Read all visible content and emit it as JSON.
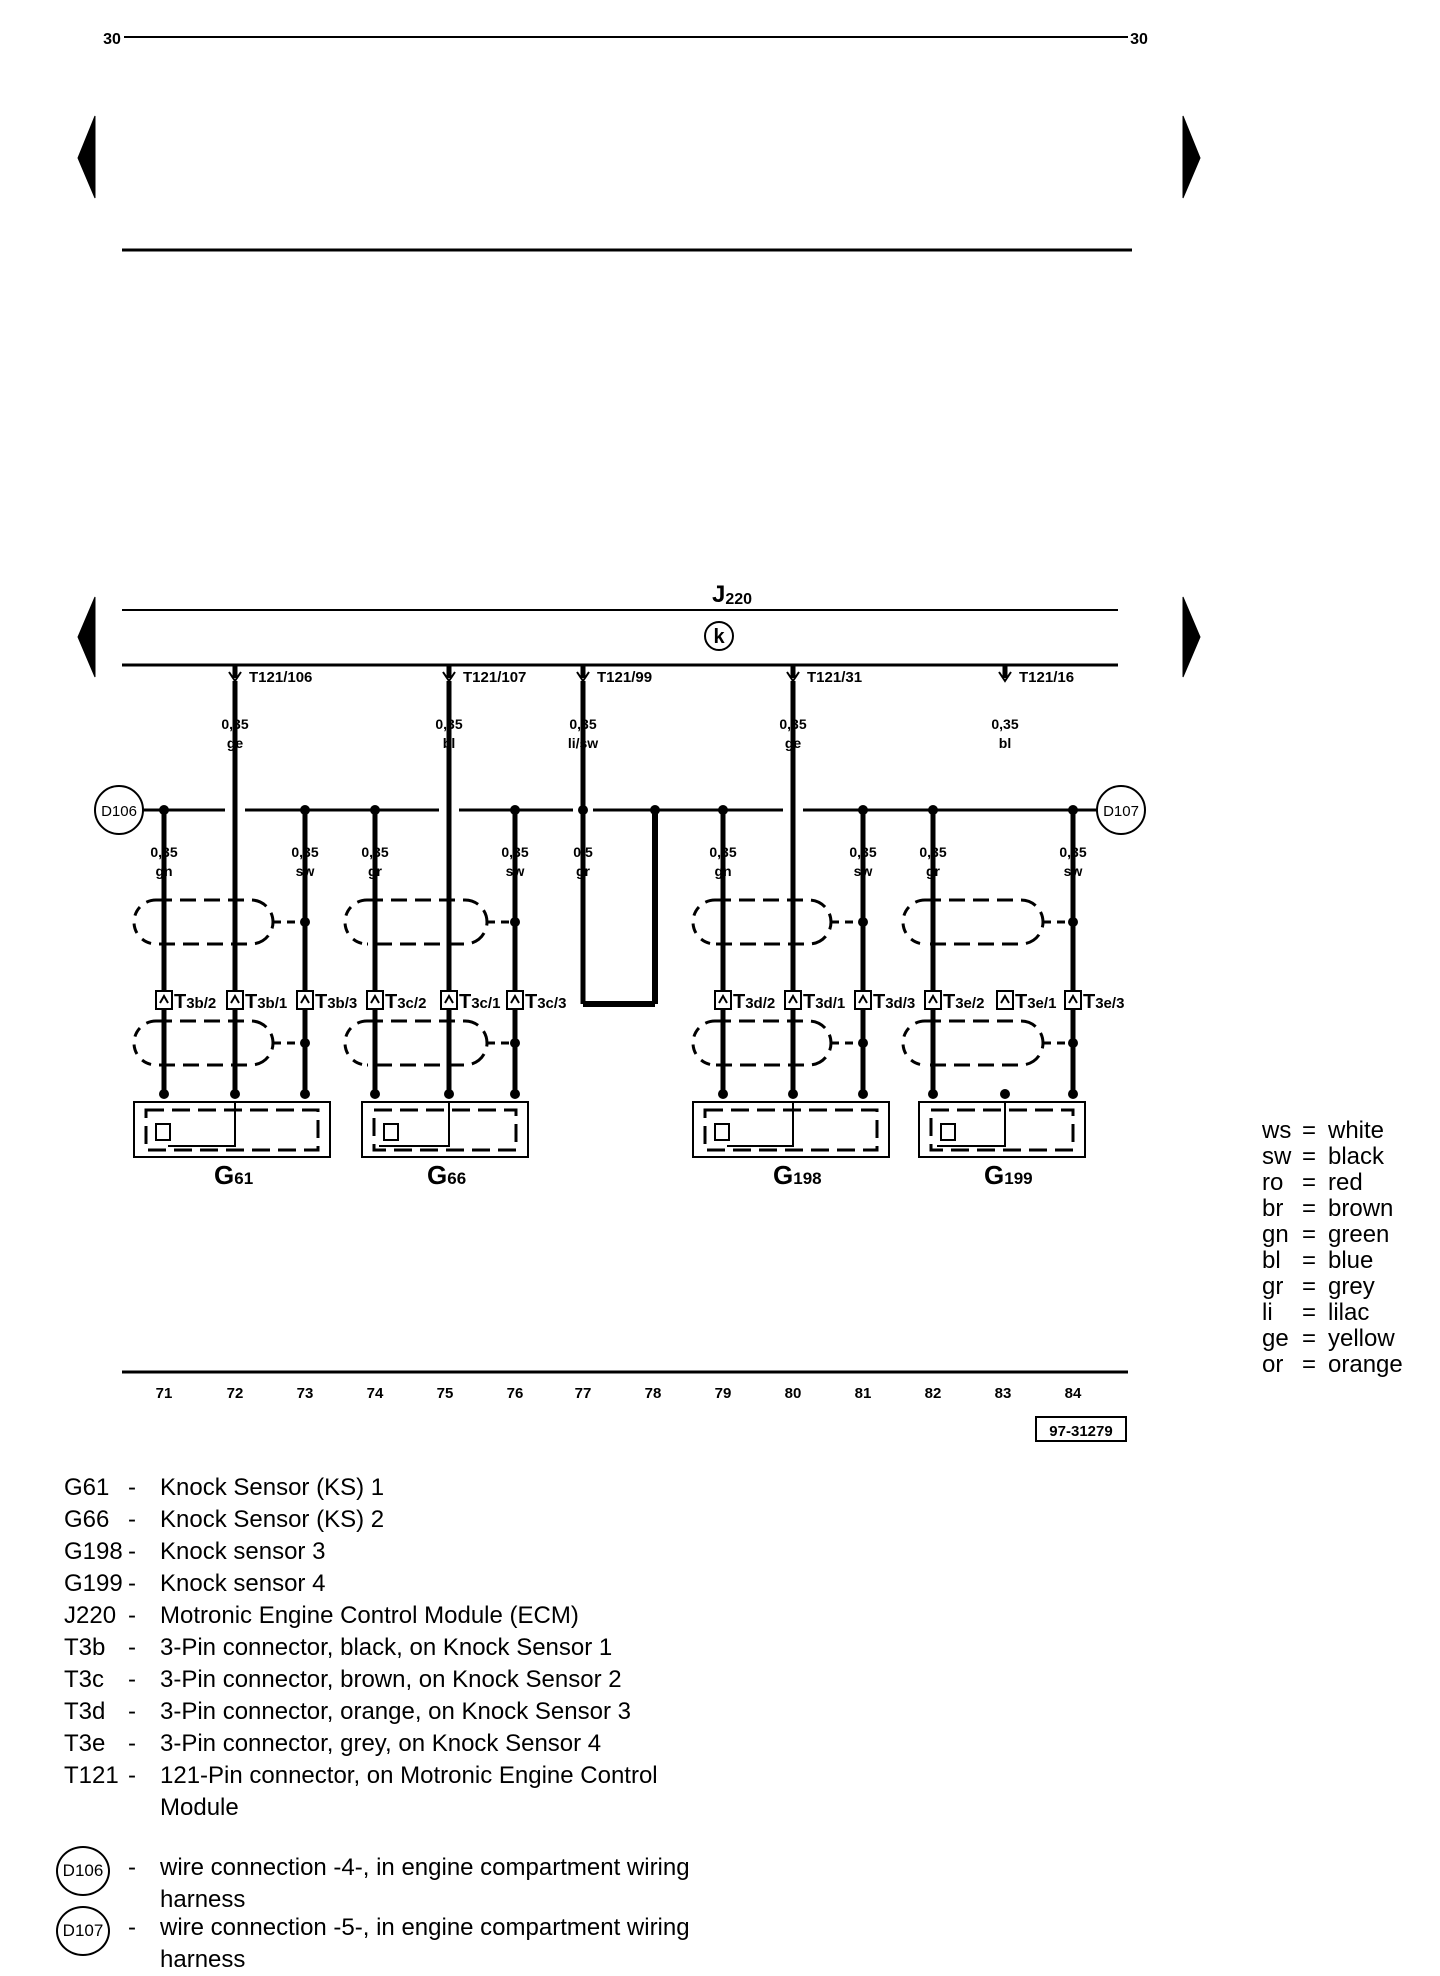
{
  "page": {
    "number_left": "30",
    "number_right": "30",
    "figure_id": "97-31279"
  },
  "module": {
    "label": "J",
    "sub": "220",
    "symbol": "k"
  },
  "pins": [
    {
      "name": "T121/106",
      "size": "0,35",
      "color": "ge"
    },
    {
      "name": "T121/107",
      "size": "0,35",
      "color": "bl"
    },
    {
      "name": "T121/99",
      "size": "0,35",
      "color": "li/sw"
    },
    {
      "name": "T121/31",
      "size": "0,35",
      "color": "ge"
    },
    {
      "name": "T121/16",
      "size": "0,35",
      "color": "bl"
    }
  ],
  "splices": {
    "left": "D106",
    "right": "D107"
  },
  "branch_wires": [
    {
      "size": "0,35",
      "color": "gn"
    },
    {
      "size": "0,35",
      "color": "sw"
    },
    {
      "size": "0,35",
      "color": "gr"
    },
    {
      "size": "0,35",
      "color": "sw"
    },
    {
      "size": "0,5",
      "color": "gr"
    },
    {
      "size": "0,35",
      "color": "gn"
    },
    {
      "size": "0,35",
      "color": "sw"
    },
    {
      "size": "0,35",
      "color": "gr"
    },
    {
      "size": "0,35",
      "color": "sw"
    }
  ],
  "connectors": [
    {
      "main": "T",
      "sub": "3b/2"
    },
    {
      "main": "T",
      "sub": "3b/1"
    },
    {
      "main": "T",
      "sub": "3b/3"
    },
    {
      "main": "T",
      "sub": "3c/2"
    },
    {
      "main": "T",
      "sub": "3c/1"
    },
    {
      "main": "T",
      "sub": "3c/3"
    },
    {
      "main": "T",
      "sub": "3d/2"
    },
    {
      "main": "T",
      "sub": "3d/1"
    },
    {
      "main": "T",
      "sub": "3d/3"
    },
    {
      "main": "T",
      "sub": "3e/2"
    },
    {
      "main": "T",
      "sub": "3e/1"
    },
    {
      "main": "T",
      "sub": "3e/3"
    }
  ],
  "sensors": [
    {
      "main": "G",
      "sub": "61"
    },
    {
      "main": "G",
      "sub": "66"
    },
    {
      "main": "G",
      "sub": "198"
    },
    {
      "main": "G",
      "sub": "199"
    }
  ],
  "track_numbers": [
    "71",
    "72",
    "73",
    "74",
    "75",
    "76",
    "77",
    "78",
    "79",
    "80",
    "81",
    "82",
    "83",
    "84"
  ],
  "color_codes": [
    {
      "code": "ws",
      "name": "white"
    },
    {
      "code": "sw",
      "name": "black"
    },
    {
      "code": "ro",
      "name": "red"
    },
    {
      "code": "br",
      "name": "brown"
    },
    {
      "code": "gn",
      "name": "green"
    },
    {
      "code": "bl",
      "name": "blue"
    },
    {
      "code": "gr",
      "name": "grey"
    },
    {
      "code": "li",
      "name": "lilac"
    },
    {
      "code": "ge",
      "name": "yellow"
    },
    {
      "code": "or",
      "name": "orange"
    }
  ],
  "legend": [
    {
      "code": "G61",
      "desc": "Knock Sensor (KS) 1"
    },
    {
      "code": "G66",
      "desc": "Knock Sensor (KS) 2"
    },
    {
      "code": "G198",
      "desc": "Knock sensor 3"
    },
    {
      "code": "G199",
      "desc": "Knock sensor 4"
    },
    {
      "code": "J220",
      "desc": "Motronic Engine Control Module (ECM)"
    },
    {
      "code": "T3b",
      "desc": "3-Pin connector, black, on Knock Sensor 1"
    },
    {
      "code": "T3c",
      "desc": "3-Pin connector, brown, on Knock Sensor 2"
    },
    {
      "code": "T3d",
      "desc": "3-Pin connector, orange, on Knock Sensor 3"
    },
    {
      "code": "T3e",
      "desc": "3-Pin connector, grey, on Knock Sensor 4"
    },
    {
      "code": "T121",
      "desc": "121-Pin connector, on Motronic Engine Control Module"
    }
  ],
  "splice_legend": [
    {
      "code": "D106",
      "desc": "wire connection -4-, in engine compartment wiring harness"
    },
    {
      "code": "D107",
      "desc": "wire connection -5-, in engine compartment wiring harness"
    }
  ],
  "dash": "-"
}
